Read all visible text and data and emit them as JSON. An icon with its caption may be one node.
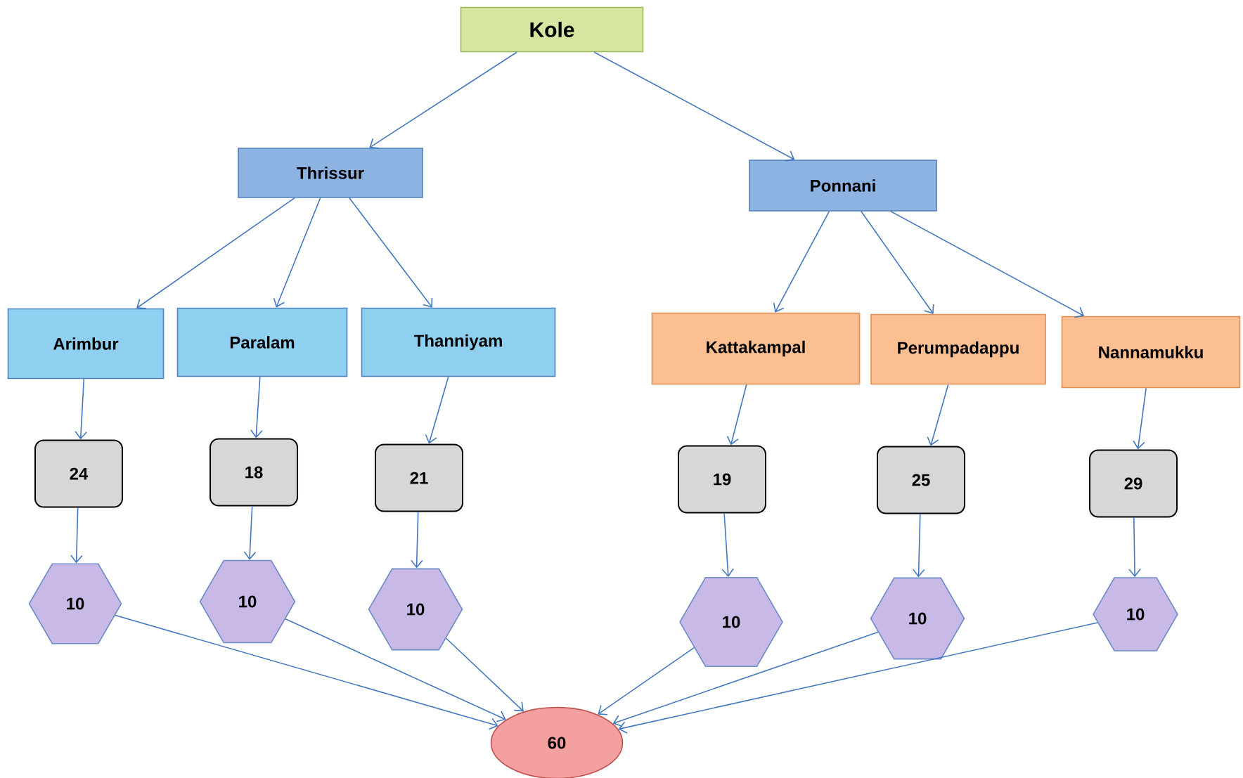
{
  "diagram": {
    "nodes": [
      {
        "text": [
          "Kole"
        ]
      },
      {
        "text": [
          "Thrissur"
        ]
      },
      {
        "text": [
          "Ponnani"
        ]
      },
      {
        "text": [
          "Arimbur"
        ]
      },
      {
        "text": [
          "Paralam"
        ]
      },
      {
        "text": [
          "Thanniyam"
        ]
      },
      {
        "text": [
          "Kattakampal"
        ]
      },
      {
        "text": [
          "Perumpadappu"
        ]
      },
      {
        "text": [
          "Nannamukku"
        ]
      },
      {
        "text": [
          "24"
        ]
      },
      {
        "text": [
          "18"
        ]
      },
      {
        "text": [
          "21"
        ]
      },
      {
        "text": [
          "19"
        ]
      },
      {
        "text": [
          "25"
        ]
      },
      {
        "text": [
          "29"
        ]
      },
      {
        "text": [
          "10"
        ]
      },
      {
        "text": [
          "10"
        ]
      },
      {
        "text": [
          "10"
        ]
      },
      {
        "text": [
          "10"
        ]
      },
      {
        "text": [
          "10"
        ]
      },
      {
        "text": [
          "10"
        ]
      },
      {
        "text": [
          "60"
        ]
      }
    ],
    "edges": [
      {
        "from": 0,
        "to": 1,
        "arrow": "to"
      },
      {
        "from": 0,
        "to": 2,
        "arrow": "to"
      },
      {
        "from": 1,
        "to": 3,
        "arrow": "to"
      },
      {
        "from": 1,
        "to": 4,
        "arrow": "to"
      },
      {
        "from": 1,
        "to": 5,
        "arrow": "to"
      },
      {
        "from": 2,
        "to": 6,
        "arrow": "to"
      },
      {
        "from": 2,
        "to": 7,
        "arrow": "to"
      },
      {
        "from": 2,
        "to": 8,
        "arrow": "to"
      },
      {
        "from": 3,
        "to": 9,
        "arrow": "to"
      },
      {
        "from": 4,
        "to": 10,
        "arrow": "to"
      },
      {
        "from": 5,
        "to": 11,
        "arrow": "to"
      },
      {
        "from": 6,
        "to": 12,
        "arrow": "to"
      },
      {
        "from": 7,
        "to": 13,
        "arrow": "to"
      },
      {
        "from": 8,
        "to": 14,
        "arrow": "to"
      },
      {
        "from": 9,
        "to": 15,
        "arrow": "to"
      },
      {
        "from": 10,
        "to": 16,
        "arrow": "to"
      },
      {
        "from": 11,
        "to": 17,
        "arrow": "to"
      },
      {
        "from": 12,
        "to": 18,
        "arrow": "to"
      },
      {
        "from": 13,
        "to": 19,
        "arrow": "to"
      },
      {
        "from": 14,
        "to": 20,
        "arrow": "to"
      },
      {
        "from": 15,
        "to": 21,
        "arrow": "to"
      },
      {
        "from": 16,
        "to": 21,
        "arrow": "to"
      },
      {
        "from": 17,
        "to": 21,
        "arrow": "to"
      },
      {
        "from": 18,
        "to": 21,
        "arrow": "to"
      },
      {
        "from": 19,
        "to": 21,
        "arrow": "to"
      },
      {
        "from": 20,
        "to": 21,
        "arrow": "to"
      }
    ]
  }
}
